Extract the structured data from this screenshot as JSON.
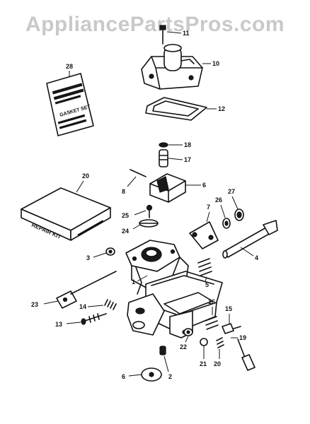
{
  "watermark": "AppliancePartsPros.com",
  "gasket_set_label": {
    "line1": "GASKET SET"
  },
  "repair_kit_label": {
    "front": "REPAIR KIT"
  },
  "callouts": {
    "c1": "1",
    "c2": "2",
    "c3": "3",
    "c4": "4",
    "c5": "5",
    "c6a": "6",
    "c6b": "6",
    "c7": "7",
    "c8": "8",
    "c10": "10",
    "c11": "11",
    "c12": "12",
    "c13": "13",
    "c14": "14",
    "c15": "15",
    "c16": "16",
    "c17": "17",
    "c18": "18",
    "c19": "19",
    "c20a": "20",
    "c20b": "20",
    "c21": "21",
    "c22": "22",
    "c23": "23",
    "c24": "24",
    "c25": "25",
    "c26": "26",
    "c27": "27",
    "c28": "28"
  }
}
